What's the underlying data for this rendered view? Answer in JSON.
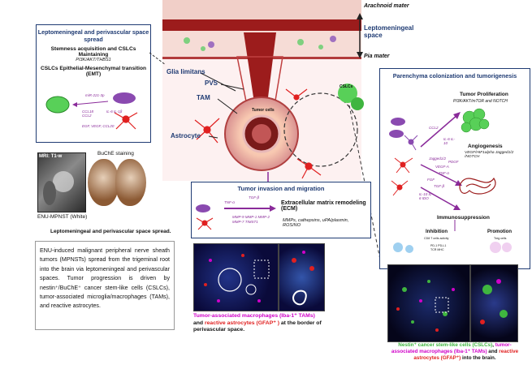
{
  "colors": {
    "navy": "#1f3b73",
    "purple": "#8a2b9a",
    "vessel": "#8b1a1a",
    "magenta": "#d000c8",
    "red": "#e02020",
    "green": "#3fb53f"
  },
  "top_labels": {
    "arachnoid": "Arachnoid mater",
    "leptomeningeal_space": "Leptomeningeal space",
    "pia": "Pia mater",
    "glia": "Glia limitans",
    "pvs": "PVS",
    "tam": "TAM",
    "tumor_cells": "Tumor cells",
    "astrocyte": "Astrocyte",
    "cslcs_small": "CSLCs"
  },
  "left_panel": {
    "title": "Leptomeningeal  and perivascular space spread",
    "stemness_title": "Stemness acquisition and CSLCs Maintaining",
    "stemness_path": "PI3K/AKT/THBS1",
    "emt_title": "CSLCs Epithelial-Mesenchymal transition (EMT)",
    "mir": "miR-221-3p",
    "il": "IL-6 IL-1β",
    "ccl": "CCL18 CCL2",
    "egf": "EGF, VEGF, CCL20"
  },
  "mri": {
    "label_mri": "MRI: T1-w",
    "label_buche": "BuChE staining",
    "caption1": "ENU-MPNST (White)",
    "caption2": "Leptomeningeal and perivascular space spread."
  },
  "text_box": "ENU-induced malignant peripheral nerve sheath tumors (MPNSTs) spread from the trigeminal root into the brain via leptomeningeal and perivascular spaces. Tumor progression is driven by nestin⁺/BuChE⁺ cancer stem-like cells (CSLCs), tumor-associated microglia/macrophages (TAMs), and reactive astrocytes.",
  "invasion": {
    "title": "Tumor invasion and migration",
    "tgf": "TGF-β",
    "tnf": "TNF-α",
    "mmp": "MMP-9  MMP-1 MMP-2 MMP-7  TIMST1",
    "ecm_title": "Extracellular matrix remodeling (ECM)",
    "ecm_sub": "MMPs, cathepsins, uPA/plasmin, ROS/NO"
  },
  "parenchyma": {
    "title": "Parenchyma colonization and tumorigenesis",
    "prolif_title": "Tumor Proliferation",
    "prolif_path": "PI3K/AKT/mTOR and NOTCH",
    "ccl2": "CCL2",
    "il6": "IL-6 IL-10",
    "jagged": "Jagged1/2",
    "pdgf": "PDGF",
    "vegf": "VEGF-A",
    "tnf": "TNF-α",
    "fgf": "FGF",
    "tgfb": "TGF-β",
    "il10": "IL-10 IL-6 IDO",
    "angio_title": "Angiogenesis",
    "angio_path": "VEGF/HIF1alpha Jagged1/2 /NOTCH",
    "immuno": "Immunosuppression",
    "inhibition": "Inhibition",
    "promotion": "Promotion",
    "cd8": "CD8 T cells activity",
    "treg": "Treg cells",
    "pd": "PD-1 PD-L1 TCR MHC"
  },
  "captions": {
    "mid_a": "Tumor-associated macrophages (Iba-1⁺ TAMs)",
    "mid_b": " and ",
    "mid_c": "reactive astrocytes (GFAP⁺ )",
    "mid_d": " at the border of perivascular space.",
    "right_a": "Nestin⁺ cancer stem-like cells (CSLCs)",
    "right_b": ", ",
    "right_c": "tumor-associated macrophages (Iba-1⁺ TAMs)",
    "right_d": " and ",
    "right_e": "reactive astrocytes (GFAP⁺)",
    "right_f": " into the brain."
  }
}
